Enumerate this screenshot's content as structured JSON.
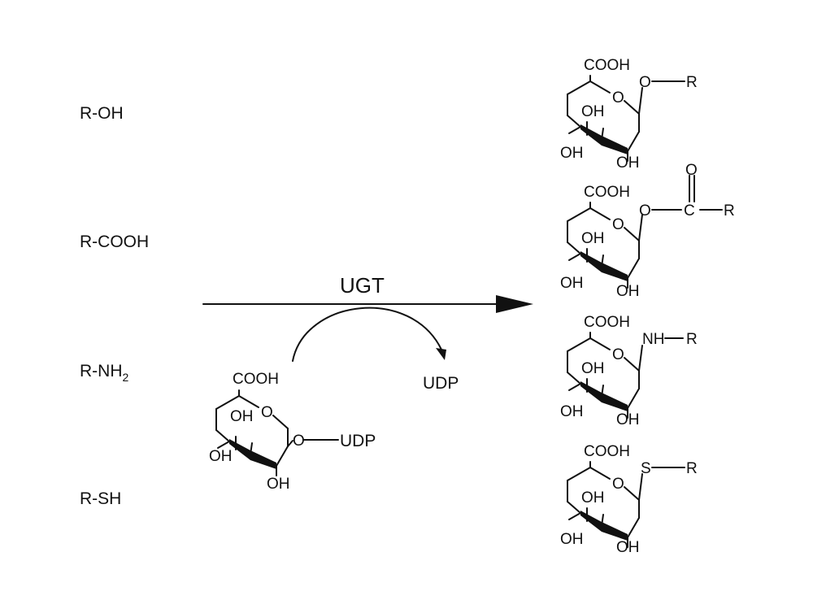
{
  "substrates": [
    {
      "main": "R-OH",
      "sub": ""
    },
    {
      "main": "R-COOH",
      "sub": ""
    },
    {
      "main": "R-NH",
      "sub": "2"
    },
    {
      "main": "R-SH",
      "sub": ""
    }
  ],
  "enzyme": "UGT",
  "byproduct": "UDP",
  "donor": {
    "carboxyl": "COOH",
    "ring_oxygen": "O",
    "oh3": "OH",
    "oh4": "OH",
    "oh2": "OH",
    "linkage_atom": "O",
    "leaving_group": "UDP"
  },
  "products": [
    {
      "carboxyl": "COOH",
      "ring_oxygen": "O",
      "linker": "O",
      "r": "R",
      "oh3": "OH",
      "oh4": "OH",
      "oh2": "OH"
    },
    {
      "carboxyl": "COOH",
      "ring_oxygen": "O",
      "linker": "O",
      "carbonyl_c": "C",
      "carbonyl_o": "O",
      "r": "R",
      "oh3": "OH",
      "oh4": "OH",
      "oh2": "OH"
    },
    {
      "carboxyl": "COOH",
      "ring_oxygen": "O",
      "linker": "NH",
      "r": "R",
      "oh3": "OH",
      "oh4": "OH",
      "oh2": "OH"
    },
    {
      "carboxyl": "COOH",
      "ring_oxygen": "O",
      "linker": "S",
      "r": "R",
      "oh3": "OH",
      "oh4": "OH",
      "oh2": "OH"
    }
  ]
}
